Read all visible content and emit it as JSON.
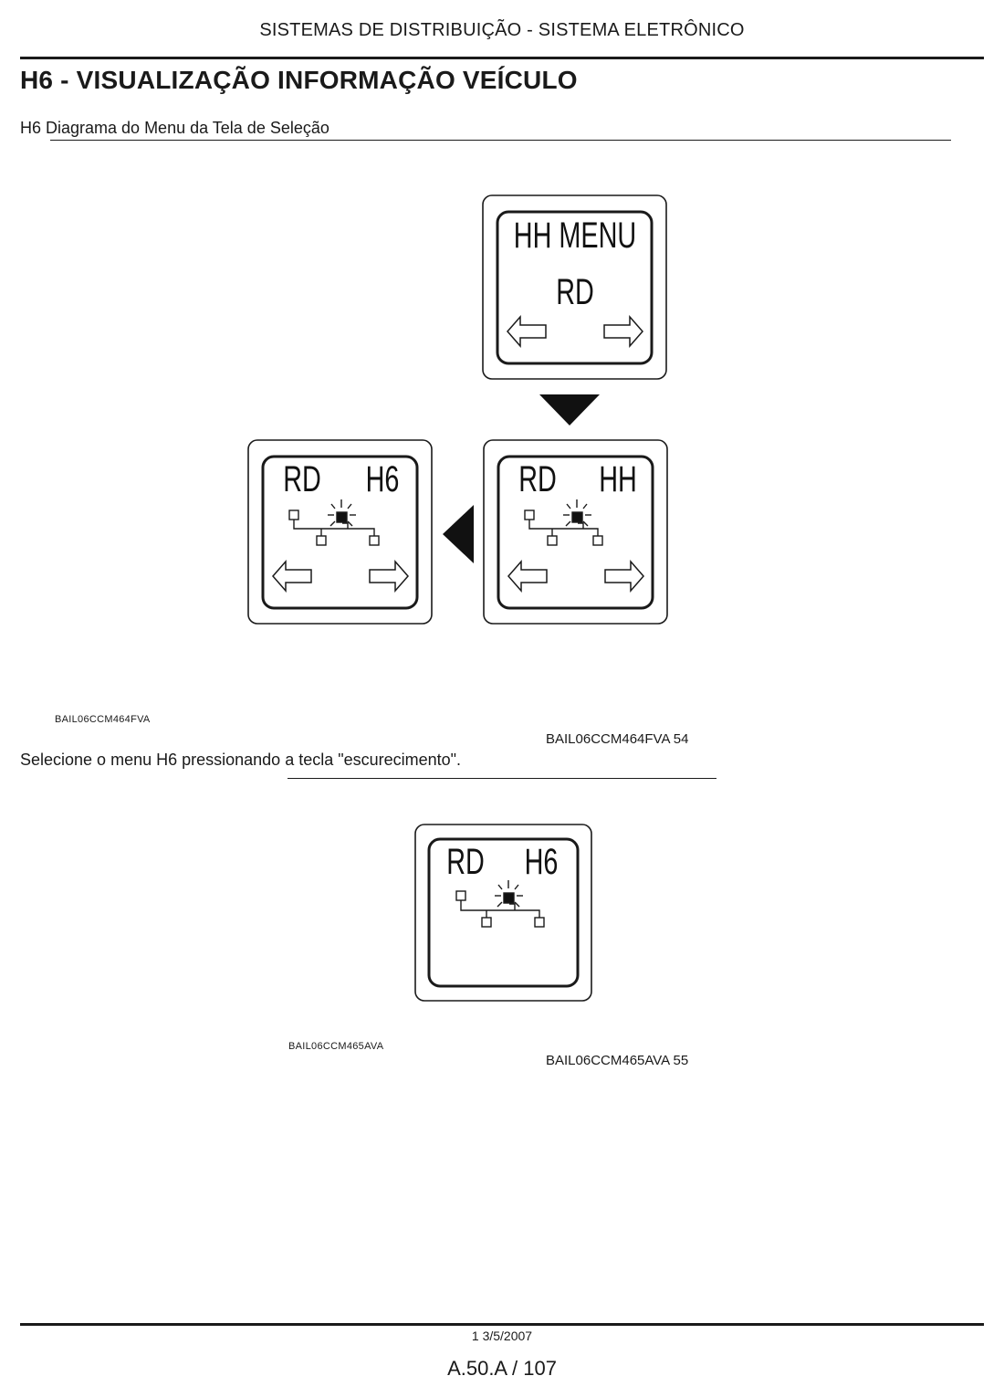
{
  "header": {
    "running_title": "SISTEMAS DE DISTRIBUIÇÃO - SISTEMA ELETRÔNICO",
    "section_title": "H6 - VISUALIZAÇÃO INFORMAÇÃO VEÍCULO"
  },
  "figure1": {
    "caption": "H6 Diagrama do Menu da Tela de Seleção",
    "screen_menu": {
      "line1": "HH MENU",
      "line2": "RD"
    },
    "screen_rd_hh": {
      "left": "RD",
      "right": "HH"
    },
    "screen_rd_h6": {
      "left": "RD",
      "right": "H6"
    },
    "code_small": "BAIL06CCM464FVA",
    "code_ref": "BAIL06CCM464FVA 54"
  },
  "instruction": "Selecione o menu H6 pressionando a tecla \"escurecimento\".",
  "figure2": {
    "screen_rd_h6": {
      "left": "RD",
      "right": "H6"
    },
    "code_small": "BAIL06CCM465AVA",
    "code_ref": "BAIL06CCM465AVA 55"
  },
  "footer": {
    "date": "1 3/5/2007",
    "page": "A.50.A / 107"
  }
}
